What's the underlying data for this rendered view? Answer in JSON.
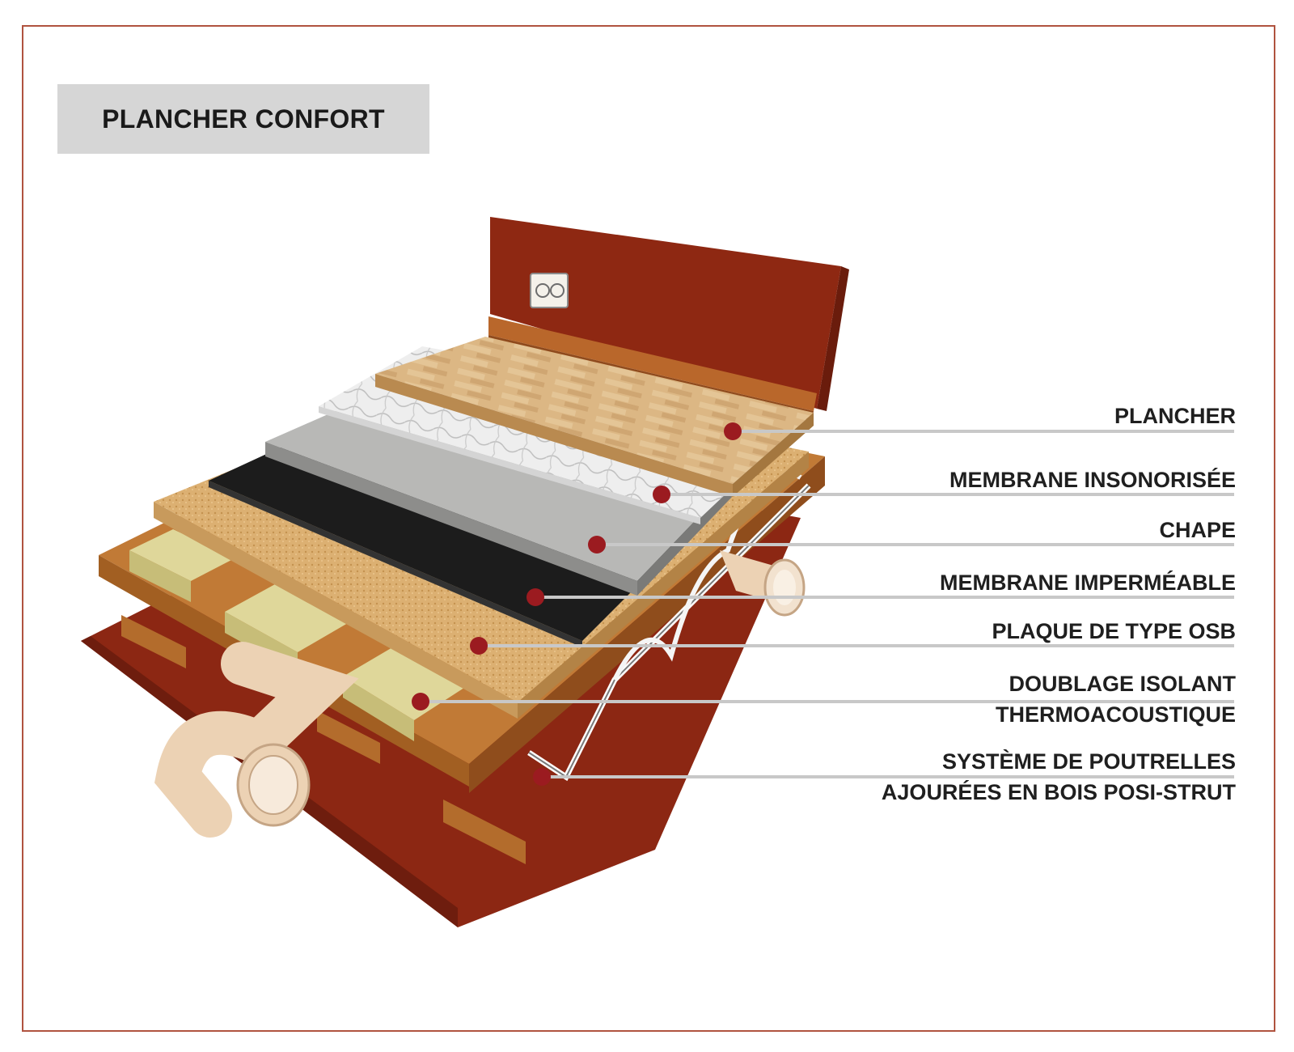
{
  "title": "PLANCHER CONFORT",
  "colors": {
    "frame": "#b0533f",
    "wall": "#8e2812",
    "marker": "#9b1b20",
    "leader": "#c8c8c8"
  },
  "labels": [
    {
      "id": "plancher",
      "lines": [
        "PLANCHER"
      ]
    },
    {
      "id": "membrane-insonorisee",
      "lines": [
        "MEMBRANE INSONORISÉE"
      ]
    },
    {
      "id": "chape",
      "lines": [
        "CHAPE"
      ]
    },
    {
      "id": "membrane-impermeable",
      "lines": [
        "MEMBRANE IMPERMÉABLE"
      ]
    },
    {
      "id": "plaque-osb",
      "lines": [
        "PLAQUE DE TYPE OSB"
      ]
    },
    {
      "id": "doublage-isolant",
      "lines": [
        "DOUBLAGE ISOLANT",
        "THERMOACOUSTIQUE"
      ]
    },
    {
      "id": "poutrelles",
      "lines": [
        "SYSTÈME DE POUTRELLES",
        "AJOURÉES EN BOIS POSI-STRUT"
      ]
    }
  ]
}
